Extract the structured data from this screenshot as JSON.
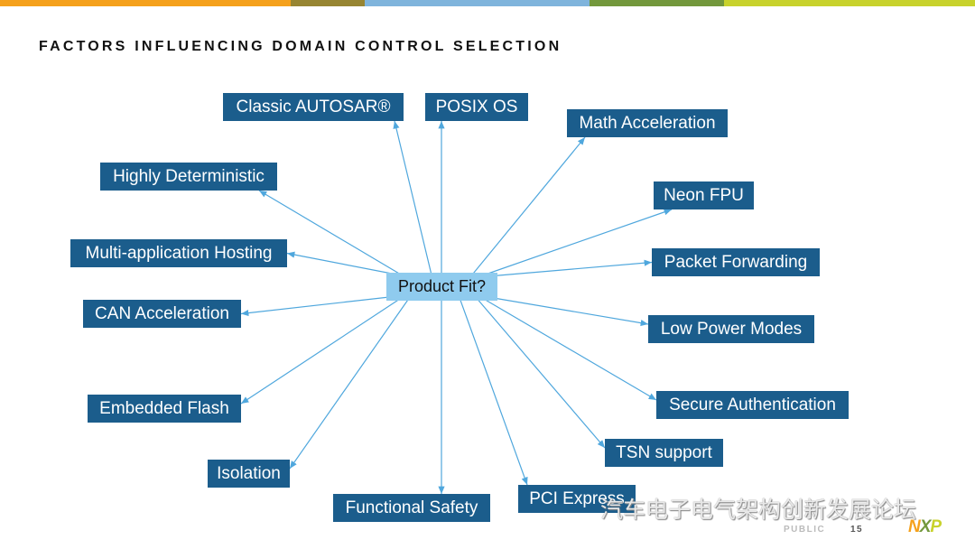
{
  "title": "FACTORS INFLUENCING DOMAIN CONTROL SELECTION",
  "hub": "Product Fit?",
  "factors": [
    "Classic AUTOSAR®",
    "POSIX OS",
    "Math Acceleration",
    "Highly Deterministic",
    "Neon FPU",
    "Multi-application Hosting",
    "Packet Forwarding",
    "CAN Acceleration",
    "Low Power Modes",
    "Secure Authentication",
    "Embedded Flash",
    "TSN support",
    "Isolation",
    "Functional Safety",
    "PCI Express"
  ],
  "footer": {
    "classification": "PUBLIC",
    "page": "15",
    "logo": "NXP"
  },
  "watermark": "汽车电子电气架构创新发展论坛",
  "colors": {
    "box": "#1b5d8c",
    "hub": "#8fcbee",
    "arrow": "#4fa7dd"
  }
}
